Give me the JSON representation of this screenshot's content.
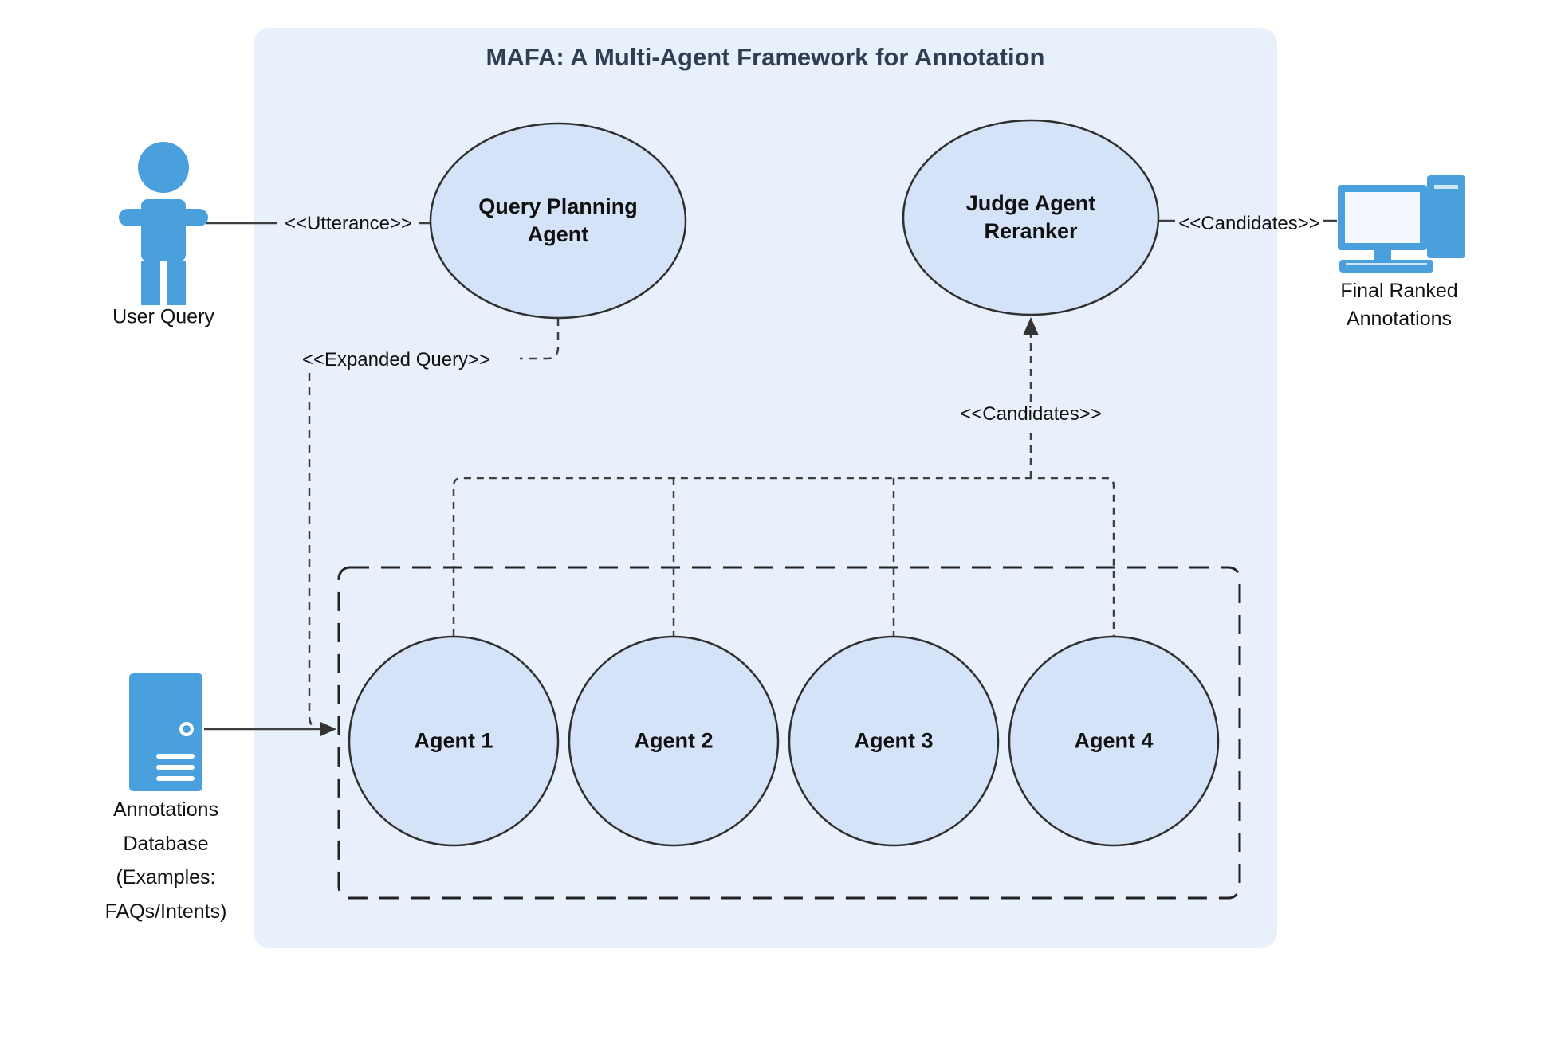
{
  "title": "MAFA: A Multi-Agent Framework for Annotation",
  "actors": {
    "user_query": {
      "label": "User Query"
    },
    "final_output": {
      "lines": [
        "Final Ranked",
        "Annotations"
      ]
    },
    "database": {
      "lines": [
        "Annotations",
        "Database",
        "(Examples:",
        "FAQs/Intents)"
      ]
    }
  },
  "nodes": {
    "query_planning": {
      "lines": [
        "Query Planning",
        "Agent"
      ]
    },
    "judge_reranker": {
      "lines": [
        "Judge Agent",
        "Reranker"
      ]
    },
    "agents": [
      {
        "label": "Agent 1"
      },
      {
        "label": "Agent 2"
      },
      {
        "label": "Agent 3"
      },
      {
        "label": "Agent 4"
      }
    ]
  },
  "edges": {
    "utterance_label": "<<Utterance>>",
    "expanded_query_label": "<<Expanded Query>>",
    "candidates_to_output_label": "<<Candidates>>",
    "candidates_to_judge_label": "<<Candidates>>"
  },
  "colors": {
    "panel_bg": "#e8f0fc",
    "node_fill": "#d5e3f8",
    "node_stroke": "#2f2f2f",
    "icon_blue": "#4aa0dc",
    "line": "#3f3f3f",
    "title_text": "#2f3e53",
    "label_text": "#111111"
  }
}
